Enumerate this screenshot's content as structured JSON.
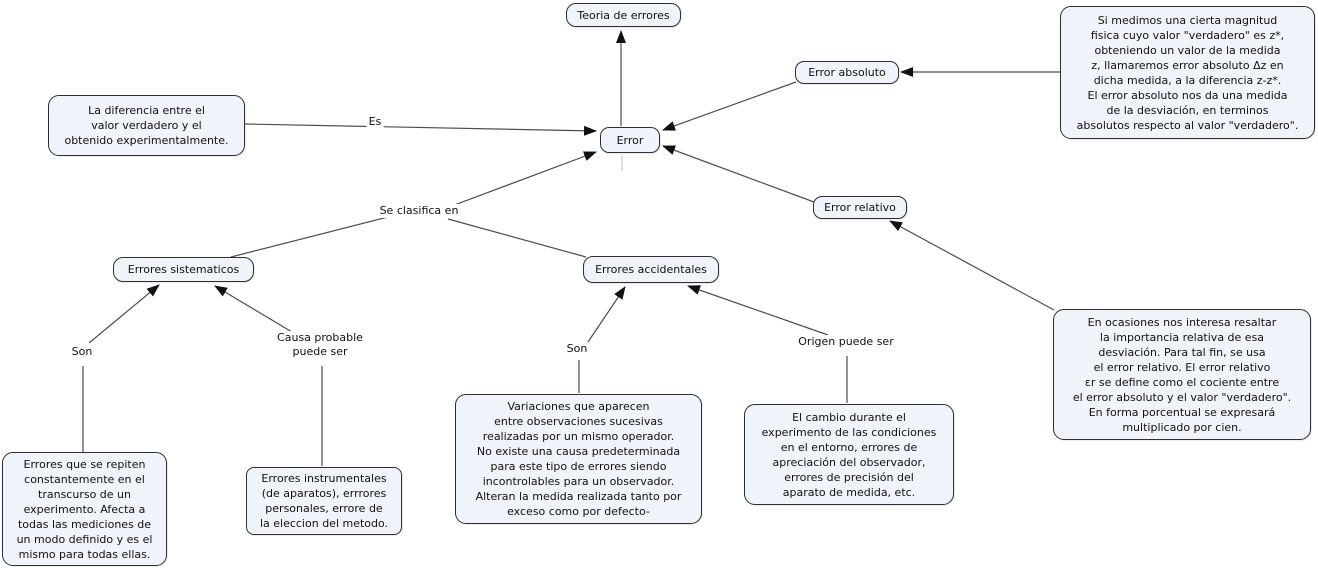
{
  "colors": {
    "background": "#ffffff",
    "node_fill": "#eef4f9",
    "node_border": "#2f2f2f",
    "line": "#4d4d4d",
    "arrowhead": "#111111",
    "text": "#111111"
  },
  "nodes": {
    "teoria": {
      "label": "Teoria de errores"
    },
    "error": {
      "label": "Error"
    },
    "error_absoluto": {
      "label": "Error absoluto"
    },
    "error_relativo": {
      "label": "Error relativo"
    },
    "errores_sistematicos": {
      "label": "Errores sistematicos"
    },
    "errores_accidentales": {
      "label": "Errores accidentales"
    }
  },
  "link_labels": {
    "es": "Es",
    "se_clasifica_en": "Se clasifica en",
    "son_sistematicos": "Son",
    "causa_probable": "Causa probable\npuede ser",
    "son_accidentales": "Son",
    "origen_puede_ser": "Origen puede ser"
  },
  "text_boxes": {
    "definicion_error": "La diferencia entre el\nvalor verdadero y el\nobtenido experimentalmente.",
    "definicion_error_absoluto": "Si medimos una cierta magnitud\nfisica cuyo valor \"verdadero\" es z*,\nobteniendo un valor de la medida\nz, llamaremos error absoluto Δz en\ndicha medida, a la diferencia z-z*.\nEl error absoluto nos da una medida\nde la desviación, en terminos\nabsolutos respecto al valor \"verdadero\".",
    "definicion_error_relativo": "En ocasiones nos interesa resaltar\nla importancia relativa de esa\ndesviación. Para tal fin, se usa\nel error relativo. El error relativo\nεr se define como el cociente entre\nel error absoluto y el valor \"verdadero\".\nEn forma porcentual se expresará\nmultiplicado por cien.",
    "definicion_errores_sistematicos": "Errores que se repiten\nconstantemente en el\ntranscurso de un\nexperimento. Afecta a\ntodas las mediciones de\nun modo definido y es el\nmismo para todas ellas.",
    "causas_errores_sistematicos": "Errores instrumentales\n(de aparatos), errrores\npersonales, errore de\nla eleccion del metodo.",
    "definicion_errores_accidentales": "Variaciones que aparecen\nentre observaciones sucesivas\nrealizadas por un mismo operador.\nNo existe una causa predeterminada\npara este tipo de errores siendo\nincontrolables para un observador.\nAlteran la medida realizada tanto por\nexceso como por defecto-",
    "origen_errores_accidentales": "El cambio durante el\nexperimento de las condiciones\nen el entorno, errores de\napreciación del observador,\nerrores de precisión del\naparato de medida, etc."
  }
}
